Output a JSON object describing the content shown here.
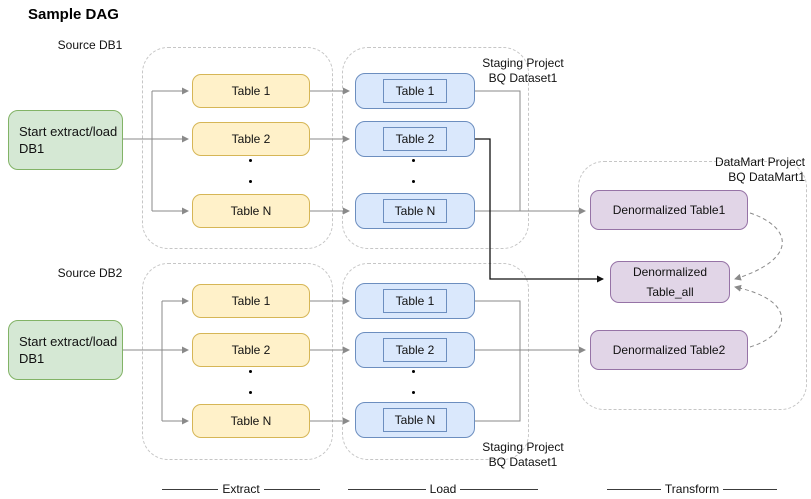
{
  "title": "Sample DAG",
  "pipelines": [
    {
      "source_label": "Source DB1",
      "start_node": {
        "line1": "Start extract/load",
        "line2": "DB1"
      },
      "extract_tables": [
        "Table 1",
        "Table 2",
        "Table N"
      ],
      "load_tables": [
        "Table 1",
        "Table 2",
        "Table N"
      ],
      "staging_label": {
        "line1": "Staging Project",
        "line2": "BQ Dataset1"
      }
    },
    {
      "source_label": "Source DB2",
      "start_node": {
        "line1": "Start extract/load",
        "line2": "DB1"
      },
      "extract_tables": [
        "Table 1",
        "Table 2",
        "Table N"
      ],
      "load_tables": [
        "Table 1",
        "Table 2",
        "Table N"
      ],
      "staging_label": {
        "line1": "Staging Project",
        "line2": "BQ Dataset1"
      }
    }
  ],
  "datamart": {
    "label": {
      "line1": "DataMart Project",
      "line2": "BQ DataMart1"
    },
    "table1": "Denormalized Table1",
    "table_all": {
      "line1": "Denormalized",
      "line2": "Table_all"
    },
    "table2": "Denormalized Table2"
  },
  "stages": {
    "extract": "Extract",
    "load": "Load",
    "transform": "Transform"
  },
  "colors": {
    "start_fill": "#d5e8d4",
    "start_stroke": "#82b366",
    "extract_fill": "#fff1c9",
    "extract_stroke": "#d6b656",
    "load_fill": "#dae8fc",
    "load_stroke": "#6c8ebf",
    "datamart_fill": "#e1d5e7",
    "datamart_stroke": "#9673a6",
    "container_stroke": "#c6c6c6",
    "edge_gray": "#8a8a8a",
    "edge_black": "#111111"
  }
}
